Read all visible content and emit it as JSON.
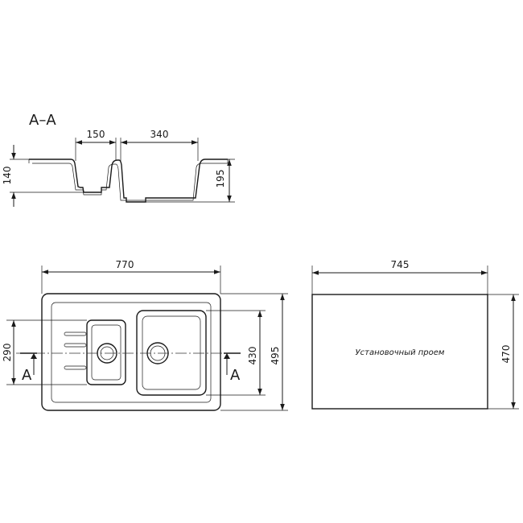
{
  "section": {
    "title": "A–A",
    "dims": {
      "small_bowl_width": "150",
      "large_bowl_width": "340",
      "small_depth": "140",
      "large_depth": "195"
    }
  },
  "top_view": {
    "dims": {
      "overall_width": "770",
      "overall_depth": "495",
      "bowl_depth": "430",
      "small_bowl_depth": "290"
    },
    "section_marks": [
      "A",
      "A"
    ]
  },
  "cutout": {
    "label": "Установочный проем",
    "dims": {
      "width": "745",
      "depth": "470"
    }
  },
  "colors": {
    "line": "#1a1a1a",
    "background": "#ffffff"
  }
}
